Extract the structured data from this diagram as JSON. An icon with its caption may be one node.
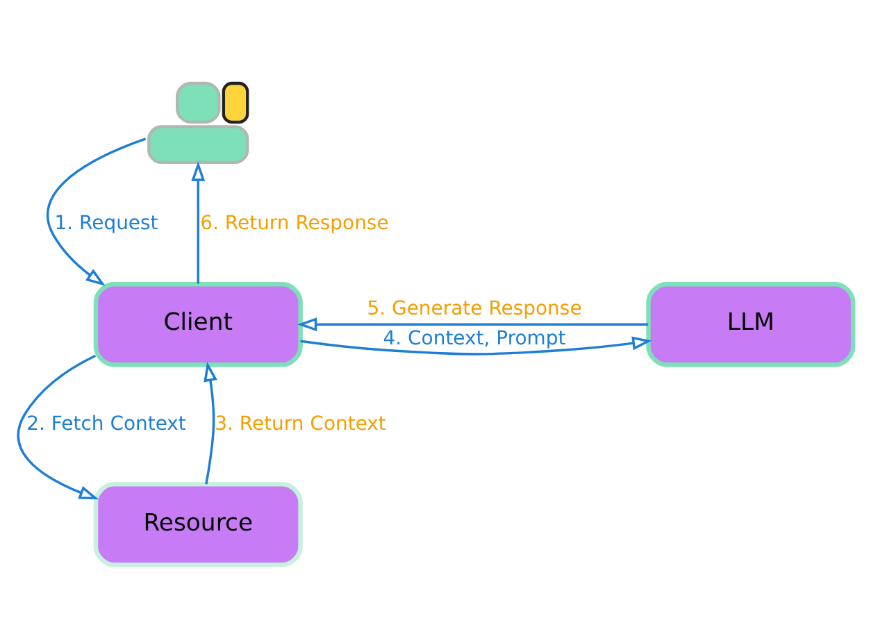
{
  "diagram": {
    "nodes": [
      {
        "text": [],
        "shape": "person"
      },
      {
        "text": [
          "Client"
        ]
      },
      {
        "text": [
          "LLM"
        ]
      },
      {
        "text": [
          "Resource"
        ]
      }
    ],
    "edges": [
      {
        "from": 0,
        "to": 1,
        "arrow": "to",
        "label": "1. Request"
      },
      {
        "from": 1,
        "to": 3,
        "arrow": "to",
        "label": "2. Fetch Context"
      },
      {
        "from": 3,
        "to": 1,
        "arrow": "to",
        "label": "3. Return Context"
      },
      {
        "from": 1,
        "to": 2,
        "arrow": "to",
        "label": "4. Context, Prompt"
      },
      {
        "from": 2,
        "to": 1,
        "arrow": "to",
        "label": "5. Generate Response"
      },
      {
        "from": 1,
        "to": 0,
        "arrow": "to",
        "label": "6. Return Response"
      }
    ]
  }
}
